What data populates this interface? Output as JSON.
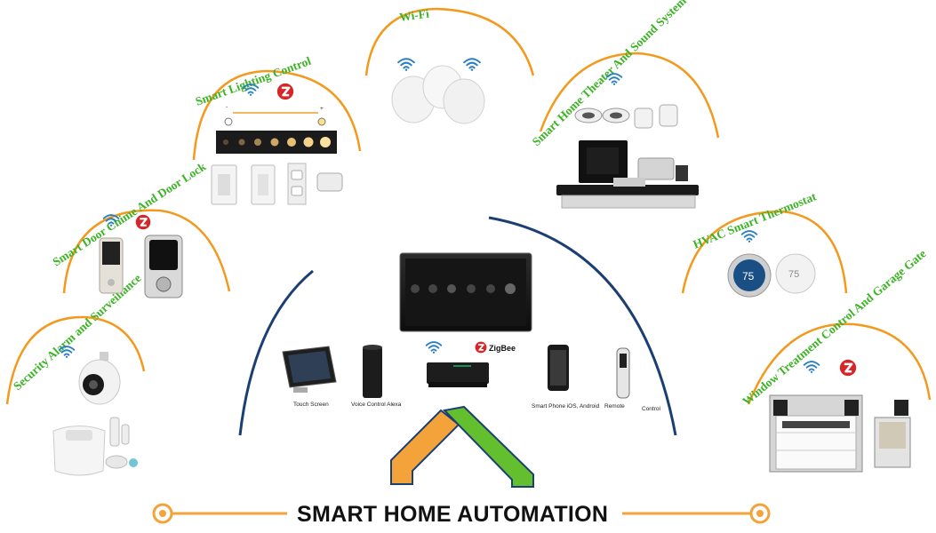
{
  "title": "SMART HOME AUTOMATION",
  "zigbee_label": "ZigBee",
  "categories": {
    "security": "Security Alarm and Surveillance",
    "doorlock": "Smart Door Chime And Door Lock",
    "lighting": "Smart Lighting Control",
    "wifi": "Wi-Fi",
    "theater": "Smart Home Theater And Sound System",
    "hvac": "HVAC Smart Thermostat",
    "window": "Window Treatment Control And Garage Gate"
  },
  "controls": {
    "touch": "Touch Screen",
    "alexa": "Voice Control Alexa",
    "phone": "Smart Phone iOS, Android",
    "remote": "Remote",
    "control": "Control"
  },
  "thermostat_values": [
    "75",
    "75"
  ],
  "colors": {
    "orange": "#f39a1e",
    "green": "#3cb324",
    "navy": "#1c3f73",
    "zwave_red": "#d6262a"
  }
}
